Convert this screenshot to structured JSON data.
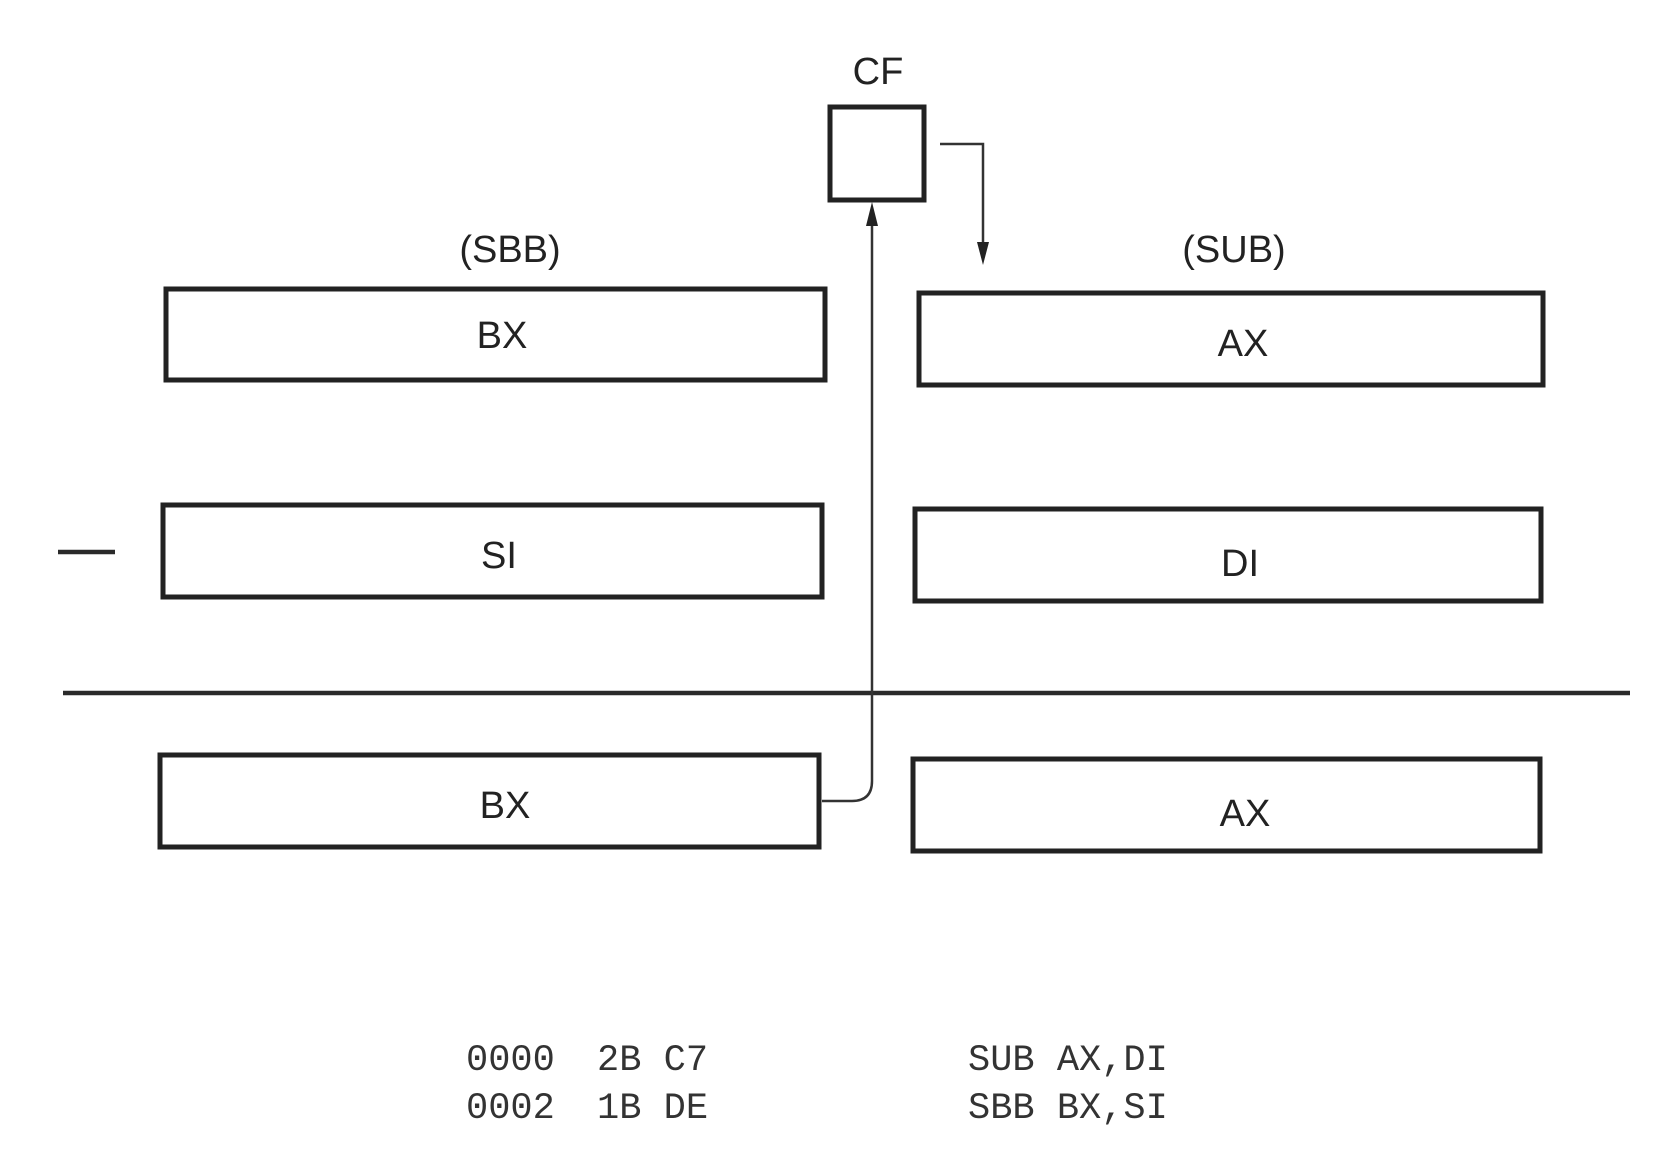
{
  "diagram": {
    "carry_flag": {
      "label": "CF"
    },
    "left_column": {
      "operation": "(SBB)",
      "top_register": "BX",
      "operand_register": "SI",
      "result_register": "BX"
    },
    "right_column": {
      "operation": "(SUB)",
      "top_register": "AX",
      "operand_register": "DI",
      "result_register": "AX"
    },
    "operator_symbol": "minus"
  },
  "listing": [
    {
      "address": "0000",
      "bytes": "2B C7",
      "instruction": "SUB AX,DI"
    },
    {
      "address": "0002",
      "bytes": "1B DE",
      "instruction": "SBB BX,SI"
    }
  ]
}
